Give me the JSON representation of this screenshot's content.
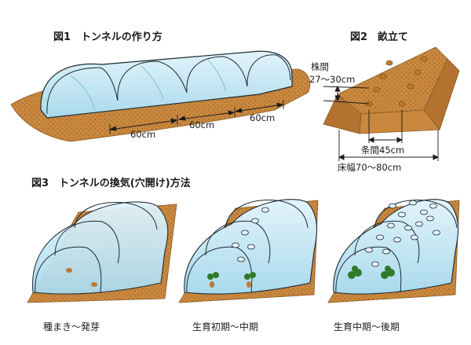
{
  "fig1": {
    "title": "図1　トンネルの作り方",
    "spacing_labels": [
      "60cm",
      "60cm",
      "60cm"
    ]
  },
  "fig2": {
    "title": "図2　畝立て",
    "plant_spacing_label": "株間",
    "plant_spacing_value": "27～30cm",
    "row_spacing_label": "条間45cm",
    "bed_width_label": "床幅70～80cm"
  },
  "fig3": {
    "title": "図3　トンネルの換気(穴開け)方法",
    "stages": [
      "種まき～発芽",
      "生育初期～中期",
      "生育中期～後期"
    ]
  },
  "colors": {
    "soil": "#c9883e",
    "soil_dark": "#8a5a22",
    "film": "#bfe4f2",
    "film_edge": "#1e2a33",
    "hole": "#e7f4fa",
    "seed": "#c07a2c",
    "leaf": "#2f7a2a"
  },
  "icons": [
    "hoop-arch",
    "vent-hole",
    "seedling",
    "dimension-arrow"
  ]
}
